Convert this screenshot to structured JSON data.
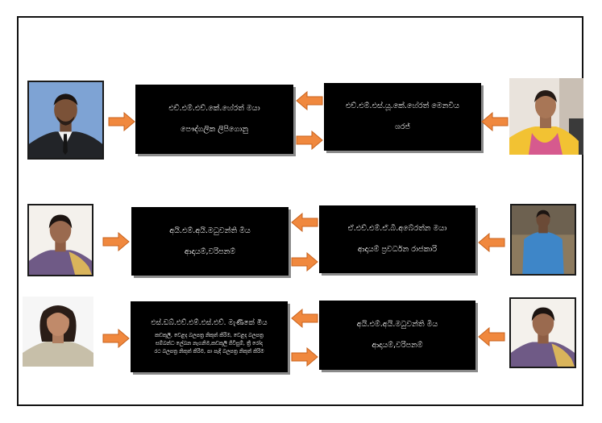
{
  "colors": {
    "box_fill": "#000000",
    "box_text": "#ffffff",
    "arrow_fill": "#f0883e",
    "arrow_stroke": "#c8621c"
  },
  "row1": {
    "left_box": {
      "line1": "එච්.එම්.එච්.කේ.හේරත් මයා",
      "line2": "පෞද්ගලික ලිපිගොනු"
    },
    "right_box": {
      "line1": "එච්.එම්.එස්.යූ.කේ.හේරත් මෙනවිය",
      "line2": "ශරජ්"
    }
  },
  "row2": {
    "left_box": {
      "line1": "අයි.එම්.අයි.මධුවන්ති මිය",
      "line2": "ආදායම්,වරිපනම්"
    },
    "right_box": {
      "line1": "ඒ.එච්.එම්.ඒ.බී.අබේරත්න මයා",
      "line2": "ආදායම් ප්‍රවර්ධන රාජකාරි"
    }
  },
  "row3": {
    "left_box": {
      "line1": "එස්.ඩබ්.එච්.එම්.එස්.එච්. මැණිකේ මිය",
      "d1": "කඩකුලී, වෙළද බලපත්‍ර නිකුත් කිරිම, වෙළද බලපත්‍ර",
      "d2": "සම්බන්ධ ලේඛන නැගනිම,කඩකුලි ගිවිසුම්, ත්‍රී රෝද",
      "d3": "රථ බලපත්‍ර නිකුත් කිරිම, පා පැදි බලපත්‍ර නිකුත් කිරිම"
    },
    "right_box": {
      "line1": "අයි.එම්.අයි.මධුවන්ති මිය",
      "line2": "ආදායම්,වරිපනම්"
    }
  },
  "icons": {
    "arrow_right": "arrow-right-icon",
    "arrow_left": "arrow-left-icon",
    "photo": "person-photo"
  }
}
